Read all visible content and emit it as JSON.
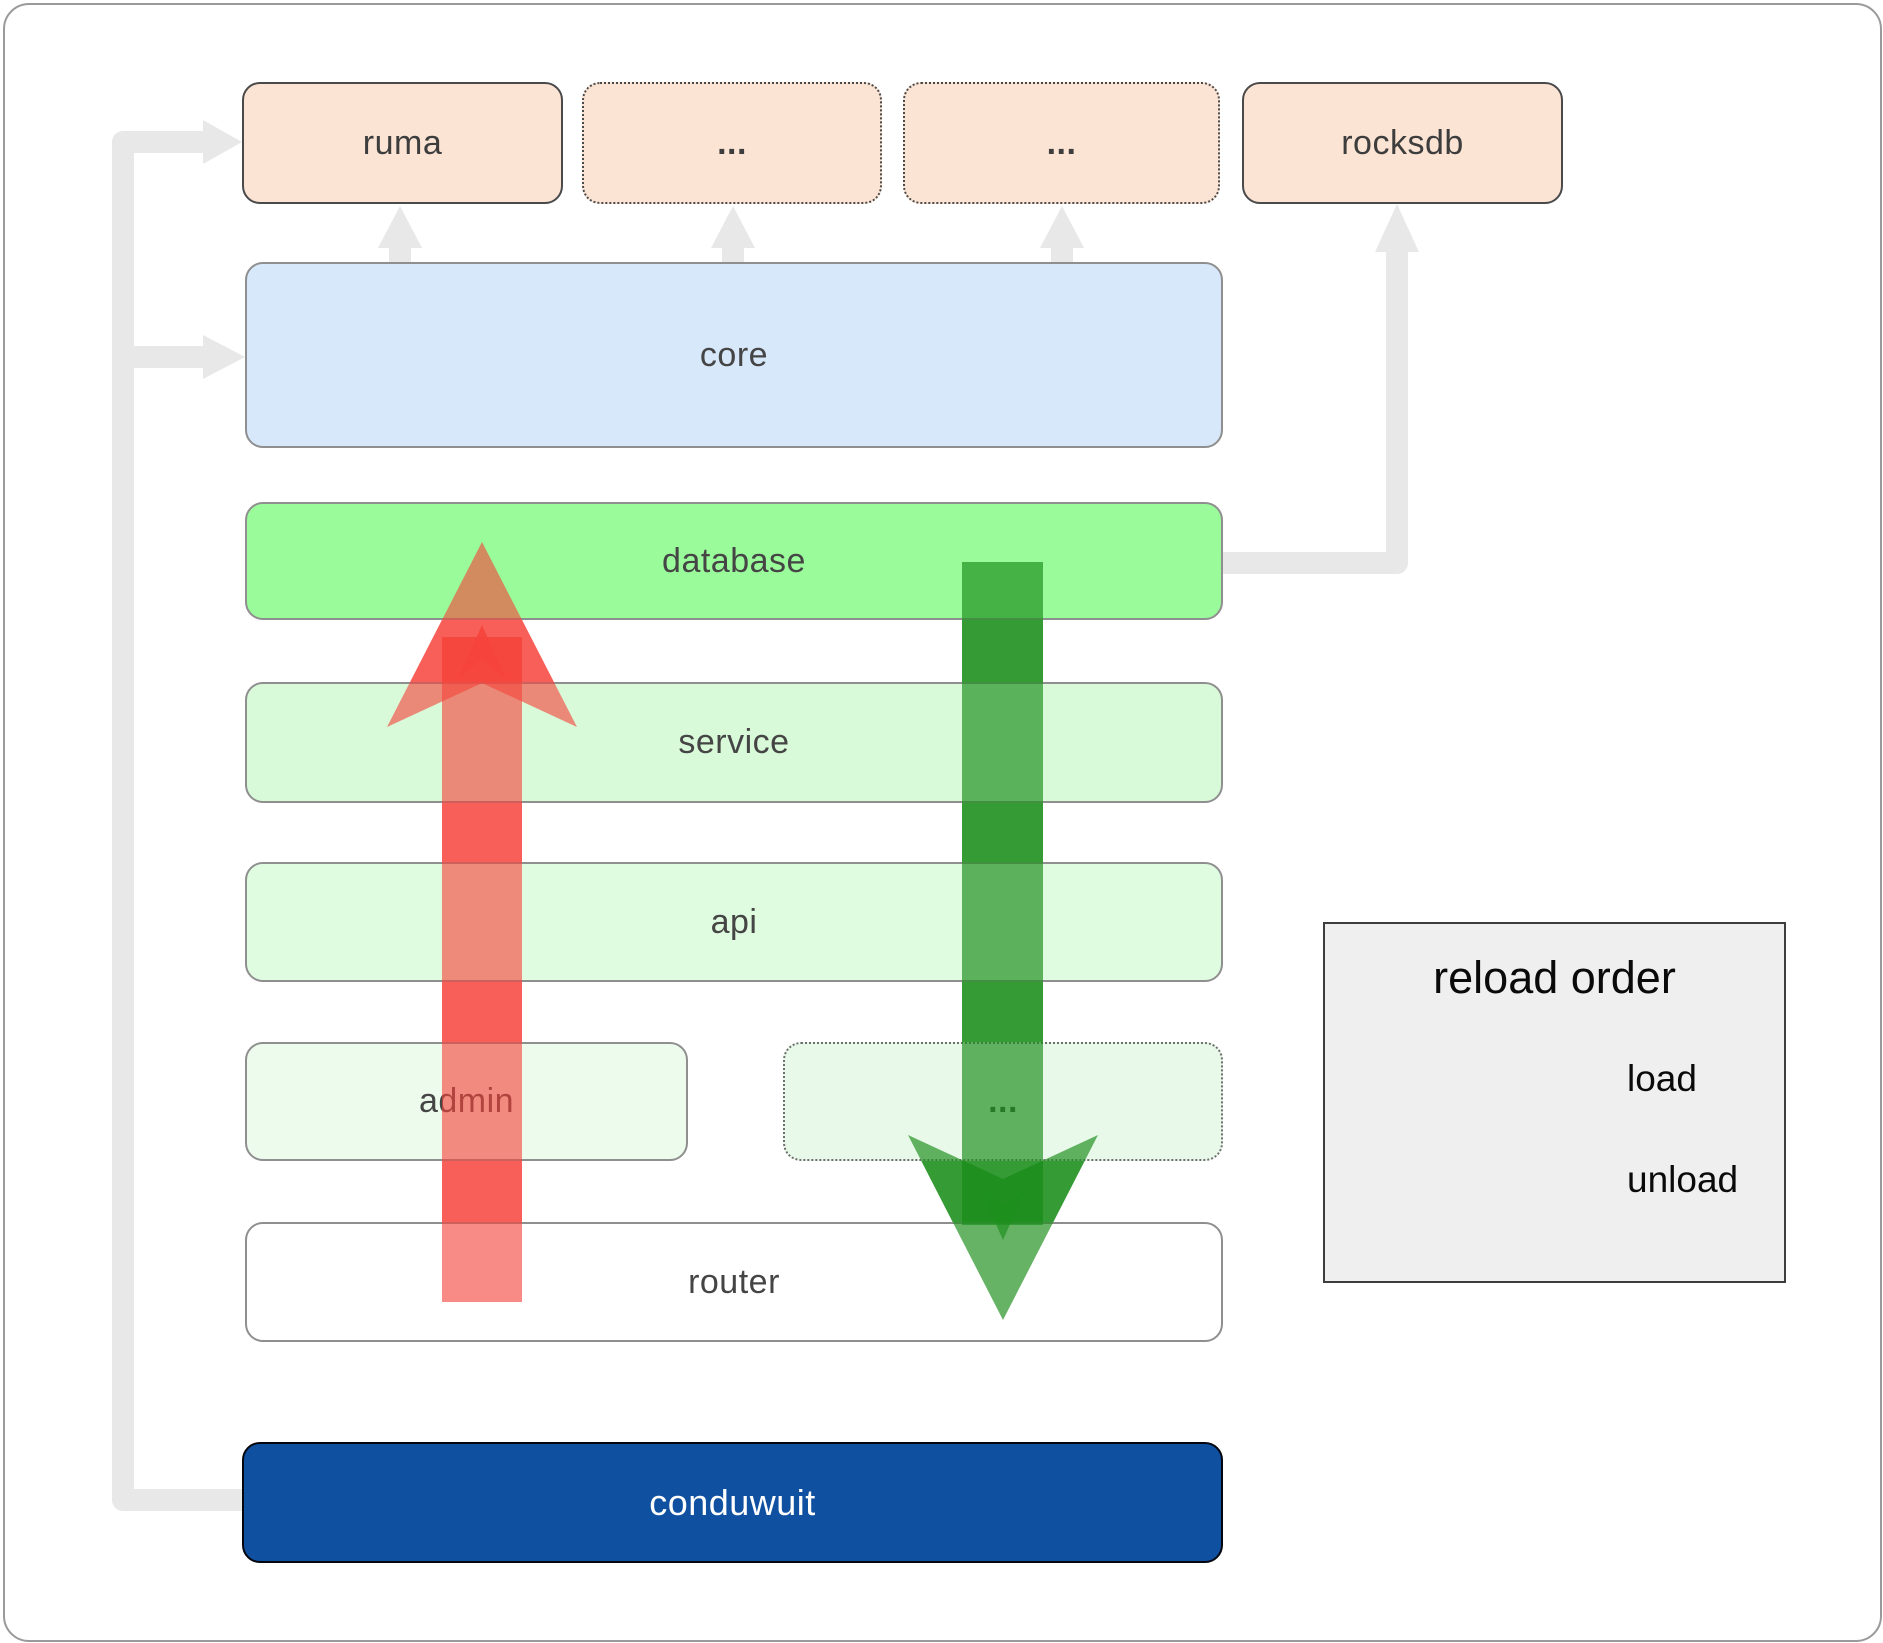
{
  "nodes": {
    "ruma": {
      "label": "ruma"
    },
    "ext1": {
      "label": "..."
    },
    "ext2": {
      "label": "..."
    },
    "rocksdb": {
      "label": "rocksdb"
    },
    "core": {
      "label": "core"
    },
    "database": {
      "label": "database"
    },
    "service": {
      "label": "service"
    },
    "api": {
      "label": "api"
    },
    "admin": {
      "label": "admin"
    },
    "admin_ext": {
      "label": "..."
    },
    "router": {
      "label": "router"
    },
    "conduwuit": {
      "label": "conduwuit"
    }
  },
  "legend": {
    "title": "reload order",
    "load_label": "load",
    "unload_label": "unload"
  },
  "colors": {
    "peach_fill": "#fce4d4",
    "dark_border": "#4a4a4a",
    "gray_border": "#8f8f8f",
    "core_fill": "#d6e8fa",
    "database_fill": "#9afb9a",
    "service_fill": "#d8fad8",
    "api_fill": "#e0fce0",
    "admin_fill": "#edfbed",
    "adminext_fill": "#e9f9e9",
    "conduwuit_fill": "#1050a0",
    "legend_fill": "#efefef",
    "connector": "#e8e8e8",
    "load_green": "#1d8f1d",
    "unload_red": "#f5443b"
  }
}
